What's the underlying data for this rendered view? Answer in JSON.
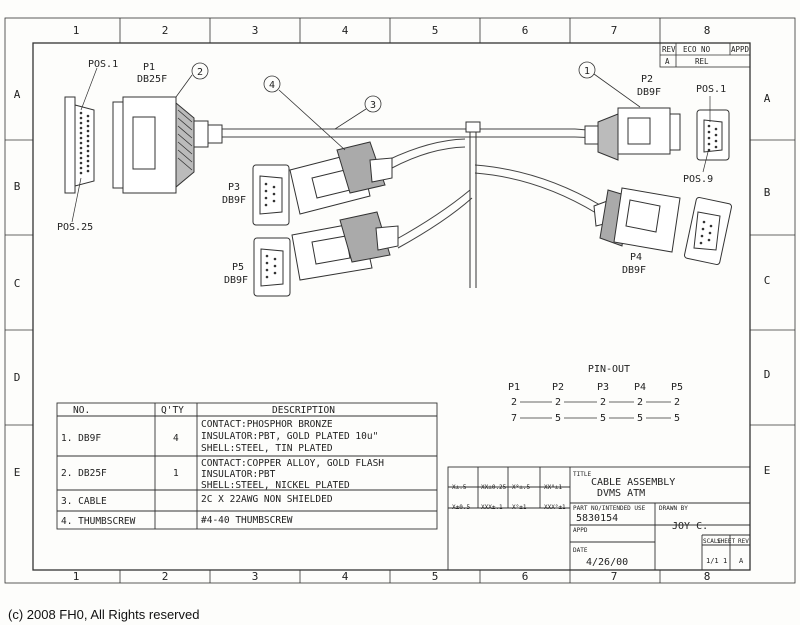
{
  "grid": {
    "cols_top": [
      "1",
      "2",
      "3",
      "4",
      "5",
      "6",
      "7",
      "8"
    ],
    "cols_bottom": [
      "1",
      "2",
      "3",
      "4",
      "5",
      "6",
      "7",
      "8"
    ],
    "rows_left": [
      "A",
      "B",
      "C",
      "D",
      "E"
    ],
    "rows_right": [
      "A",
      "B",
      "C",
      "D",
      "E"
    ]
  },
  "revision": {
    "h_rev": "REV",
    "h_eco": "ECO NO",
    "h_appd": "APPD",
    "rev": "A",
    "desc": "REL"
  },
  "connectors": {
    "p1": {
      "name": "P1",
      "type": "DB25F",
      "pos_top": "POS.1",
      "pos_bottom": "POS.25"
    },
    "p2": {
      "name": "P2",
      "type": "DB9F",
      "pos_top": "POS.1",
      "pos_bottom": "POS.9"
    },
    "p3": {
      "name": "P3",
      "type": "DB9F"
    },
    "p4": {
      "name": "P4",
      "type": "DB9F"
    },
    "p5": {
      "name": "P5",
      "type": "DB9F"
    }
  },
  "balloons": [
    "1",
    "2",
    "3",
    "4"
  ],
  "pinout": {
    "title": "PIN-OUT",
    "headers": [
      "P1",
      "P2",
      "P3",
      "P4",
      "P5"
    ],
    "rows": [
      [
        "2",
        "2",
        "2",
        "2",
        "2"
      ],
      [
        "7",
        "5",
        "5",
        "5",
        "5"
      ]
    ]
  },
  "bom": {
    "headers": [
      "NO.",
      "Q'TY",
      "DESCRIPTION"
    ],
    "rows": [
      {
        "no": "1. DB9F",
        "qty": "4",
        "desc": [
          "CONTACT:PHOSPHOR BRONZE",
          "INSULATOR:PBT, GOLD PLATED 10u\"",
          "SHELL:STEEL, TIN PLATED"
        ]
      },
      {
        "no": "2. DB25F",
        "qty": "1",
        "desc": [
          "CONTACT:COPPER ALLOY, GOLD FLASH",
          "INSULATOR:PBT",
          "SHELL:STEEL, NICKEL PLATED"
        ]
      },
      {
        "no": "3. CABLE",
        "qty": "",
        "desc": [
          "2C X 22AWG NON SHIELDED"
        ]
      },
      {
        "no": "4. THUMBSCREW",
        "qty": "",
        "desc": [
          "#4-40 THUMBSCREW"
        ]
      }
    ]
  },
  "title_block": {
    "tolerances": [
      "X±.5",
      "XX±0.25",
      "X°±.5",
      "XX°±1",
      "X±0.5",
      "XXX±.1",
      "X°±1",
      "XXX°±1"
    ],
    "title_label": "TITLE",
    "title_lines": [
      "CABLE ASSEMBLY",
      "DVMS ATM"
    ],
    "part_label": "PART NO/INTENDED USE",
    "part_no": "5830154",
    "drawn_label": "DRAWN BY",
    "drawn_by": "JOY C.",
    "appd_label": "APPD",
    "date_label": "DATE",
    "date": "4/26/00",
    "scale_label": "SCALE",
    "sheet_label": "SHEET",
    "rev_label": "REV",
    "scale": "1/1",
    "sheet": "1",
    "rev": "A"
  },
  "copyright": "(c) 2008 FH0, All Rights reserved"
}
